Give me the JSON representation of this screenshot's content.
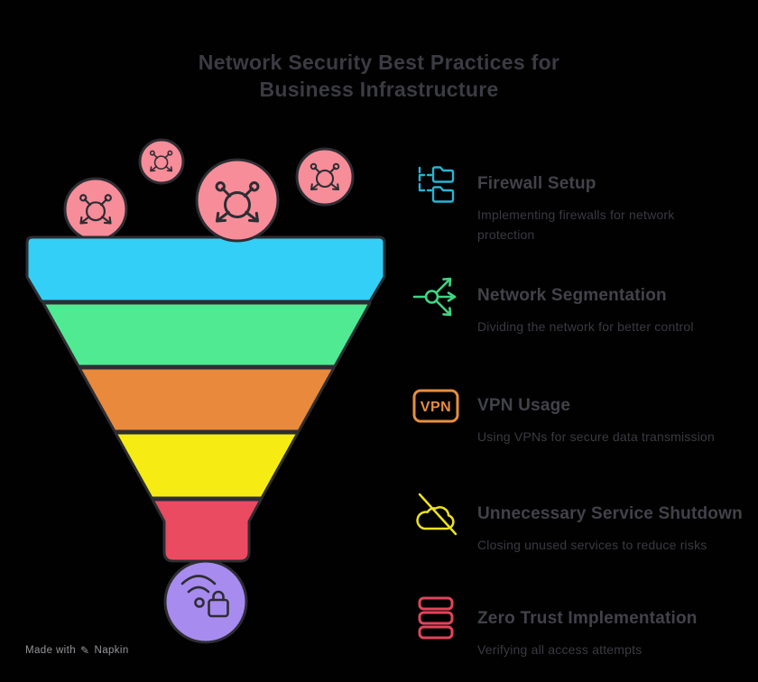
{
  "page": {
    "background": "#010101",
    "outline_color": "#2d2d33"
  },
  "title": {
    "line1": "Network Security Best Practices for",
    "line2": "Business Infrastructure",
    "color": "#3b3b43"
  },
  "funnel": {
    "drop_circles": {
      "color": "#f78d99",
      "count": 4,
      "icon": "network-node-icon"
    },
    "layers": [
      {
        "color": "#33cff7"
      },
      {
        "color": "#50ea93"
      },
      {
        "color": "#e8893b"
      },
      {
        "color": "#f6ec13"
      },
      {
        "color": "#eb4b60"
      }
    ],
    "outlet": {
      "color": "#a78bef",
      "icon": "wifi-lock-icon"
    }
  },
  "items": [
    {
      "title": "Firewall Setup",
      "description": "Implementing firewalls for network protection",
      "icon": "folder-network-icon",
      "color": "#29b3d5"
    },
    {
      "title": "Network Segmentation",
      "description": "Dividing the network for better control",
      "icon": "branch-arrows-icon",
      "color": "#3fd583"
    },
    {
      "title": "VPN Usage",
      "description": "Using VPNs for secure data transmission",
      "icon": "vpn-badge-icon",
      "badge_text": "VPN",
      "color": "#e78e3e"
    },
    {
      "title": "Unnecessary Service Shutdown",
      "description": "Closing unused services to reduce risks",
      "icon": "cloud-off-icon",
      "color": "#ece21f"
    },
    {
      "title": "Zero Trust Implementation",
      "description": "Verifying all access attempts",
      "icon": "server-stack-icon",
      "color": "#e2445a"
    }
  ],
  "footer": {
    "prefix": "Made with",
    "brand": "Napkin",
    "icon": "pen-icon",
    "color": "#97979c"
  }
}
